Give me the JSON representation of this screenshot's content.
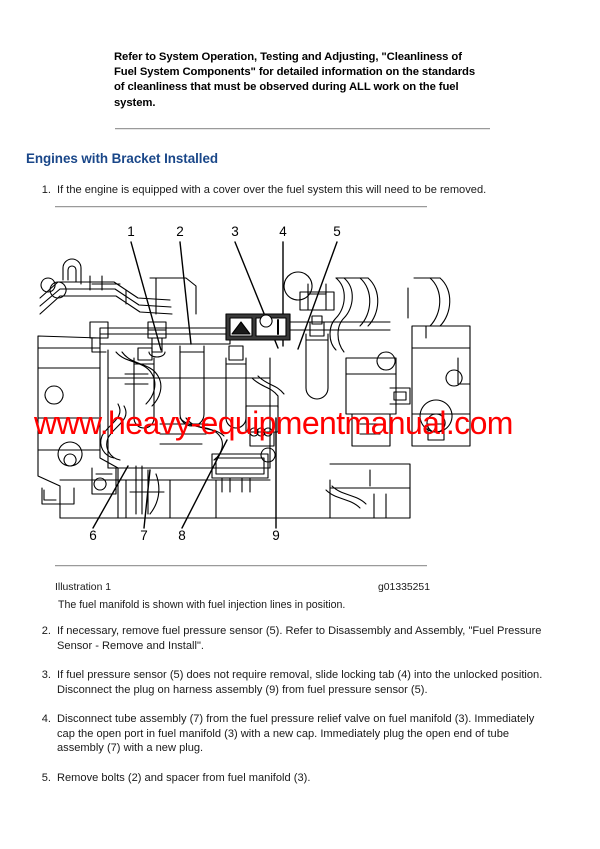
{
  "document": {
    "intro_note": "Refer to System Operation, Testing and Adjusting, \"Cleanliness of Fuel System Components\" for detailed information on the standards of cleanliness that must be observed during ALL work on the fuel system.",
    "section_heading": "Engines with Bracket Installed",
    "watermark": "www.heavy-equipmentmanual.com",
    "accent_color": "#1a4789",
    "watermark_color": "#ff0000"
  },
  "steps": [
    {
      "number": "1.",
      "text": "If the engine is equipped with a cover over the fuel system this will need to be removed."
    },
    {
      "number": "2.",
      "text": "If necessary, remove fuel pressure sensor (5). Refer to Disassembly and Assembly, \"Fuel Pressure Sensor - Remove and Install\"."
    },
    {
      "number": "3.",
      "text": "If fuel pressure sensor (5) does not require removal, slide locking tab (4) into the unlocked position. Disconnect the plug on harness assembly (9) from fuel pressure sensor (5)."
    },
    {
      "number": "4.",
      "text": "Disconnect tube assembly (7) from the fuel pressure relief valve on fuel manifold (3). Immediately cap the open port in fuel manifold (3) with a new cap. Immediately plug the open end of tube assembly (7) with a new plug."
    },
    {
      "number": "5.",
      "text": "Remove bolts (2) and spacer from fuel manifold (3)."
    }
  ],
  "illustration": {
    "caption_title": "Illustration 1",
    "caption_id": "g01335251",
    "caption_description": "The fuel manifold is shown with fuel injection lines in position.",
    "callouts_top": [
      "1",
      "2",
      "3",
      "4",
      "5"
    ],
    "callouts_bottom": [
      "6",
      "7",
      "8",
      "9"
    ]
  }
}
